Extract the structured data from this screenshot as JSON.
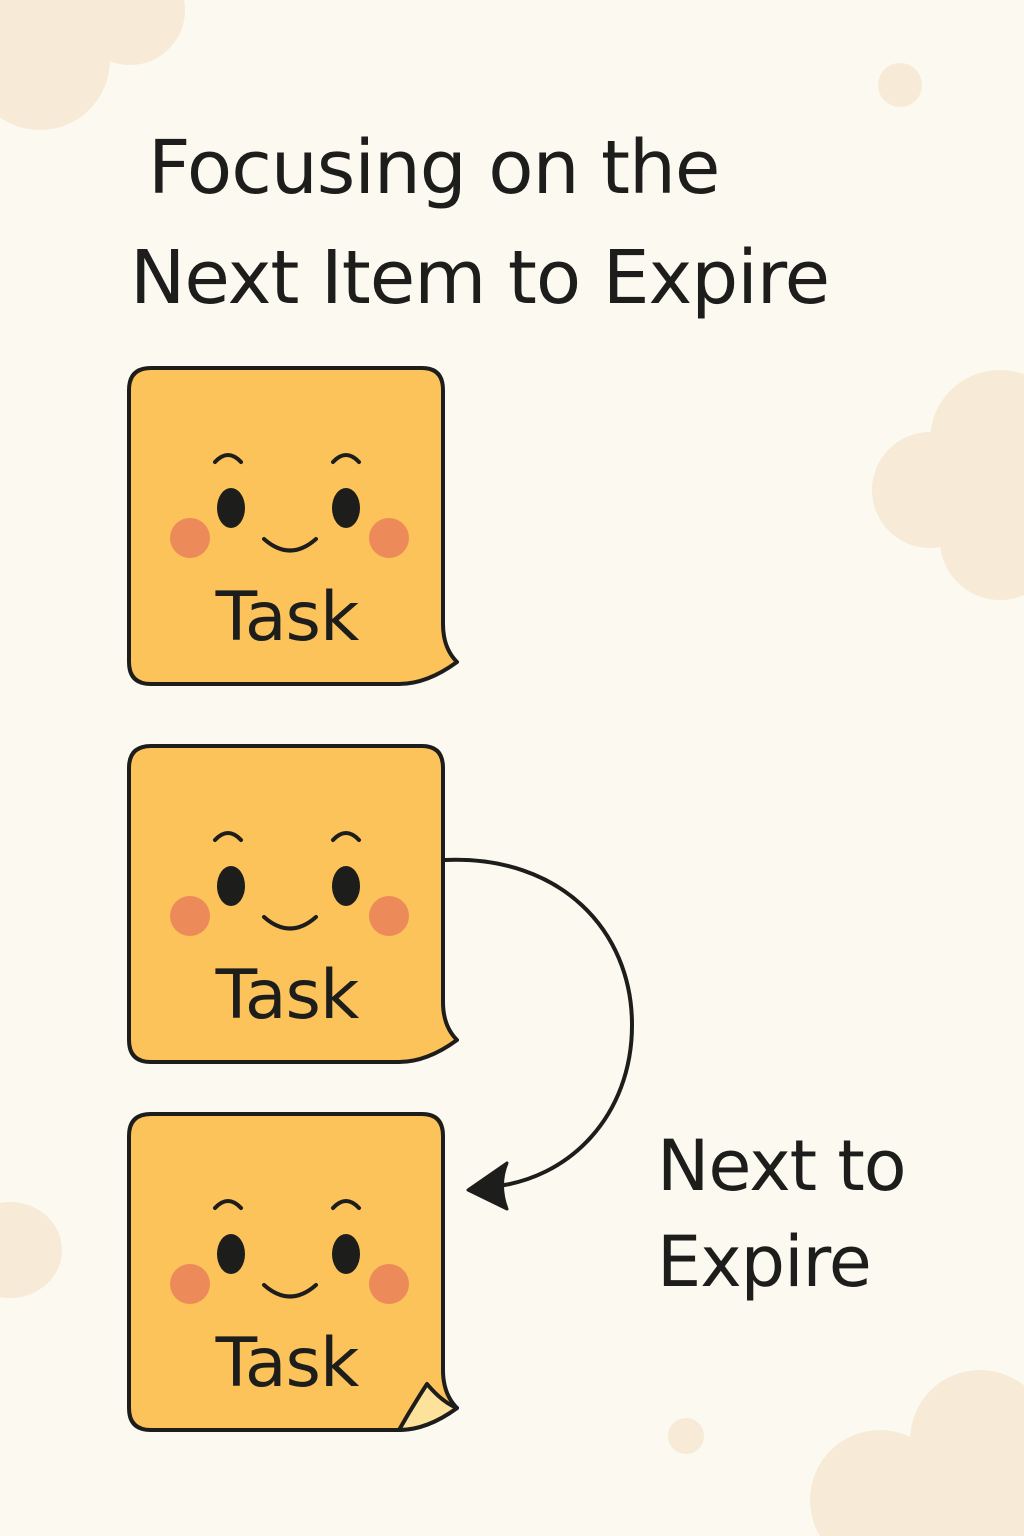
{
  "title": {
    "line1": "Focusing on the",
    "line2": "Next Item to Expire"
  },
  "notes": [
    {
      "label": "Task",
      "icon": "smiley-face-icon"
    },
    {
      "label": "Task",
      "icon": "smiley-face-icon"
    },
    {
      "label": "Task",
      "icon": "smiley-face-icon",
      "curled_corner": true
    }
  ],
  "callout": {
    "line1": "Next to",
    "line2": "Expire"
  },
  "colors": {
    "background": "#fcf9f1",
    "note_fill": "#fbc35a",
    "note_stroke": "#1d1d1b",
    "cheek": "#ec8a59",
    "cloud": "#f7ead6"
  }
}
